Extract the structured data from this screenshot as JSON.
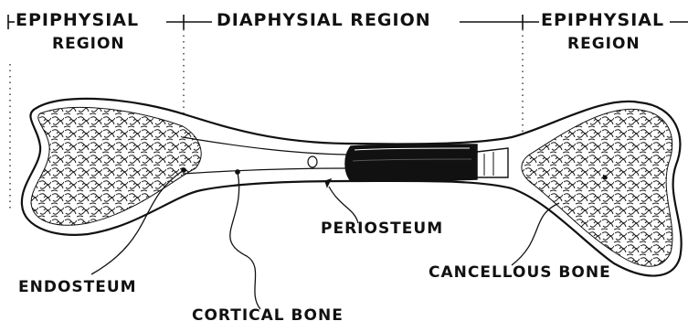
{
  "regions": {
    "left": {
      "line1": "EPIPHYSIAL",
      "line2": "REGION"
    },
    "middle": {
      "label": "DIAPHYSIAL REGION"
    },
    "right": {
      "line1": "EPIPHYSIAL",
      "line2": "REGION"
    }
  },
  "labels": {
    "endosteum": "ENDOSTEUM",
    "cortical_bone": "CORTICAL BONE",
    "periosteum": "PERIOSTEUM",
    "cancellous_bone": "CANCELLOUS BONE"
  },
  "colors": {
    "ink": "#111111",
    "background": "#ffffff"
  }
}
